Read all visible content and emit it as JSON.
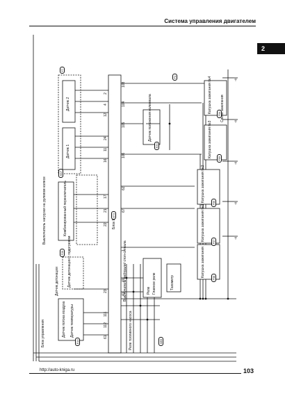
{
  "header": {
    "title": "Система управления двигателем"
  },
  "chapter_tab": "2",
  "footer": {
    "url": "http://auto-kniga.ru",
    "page_number": "103"
  },
  "ecm": {
    "label": "Блок ECM"
  },
  "labels": {
    "flow_sensor": "Датчик потока воздуха",
    "flow_sensor_temp": "Датчик температуры",
    "knock_sensor": "Датчик детонации",
    "knock_sensor_heater": "Датчик детонации с подогревом",
    "sensor_1": "Датчик 1",
    "sensor_2": "Датчик 2",
    "position_sensor": "Датчик положения коленвала",
    "throttle_switch": "Выключатель нагрузки на рулевом колесе",
    "fuel_switch": "Выключатель нейтрали/ стоп-сигнала",
    "combined_switch": "Комбинированный переключатель",
    "ignition_block": "Реле",
    "main_relay": "Главное реле",
    "fuel_relay": "Реле топливного насоса",
    "coil_1": "Катушка зажигания №1",
    "coil_2": "Катушка зажигания №2",
    "coil_3": "Катушка зажигания №3",
    "coil_4": "Катушка зажигания №4",
    "coil_5": "Катушка зажигания",
    "spark_plug": "Свеча зажигания",
    "tachometer": "Тахометр",
    "block": "Блок управления"
  },
  "connector_codes": [
    "F7",
    "F4",
    "E20",
    "M17",
    "E72",
    "F29",
    "F54",
    "F55",
    "F56",
    "F57",
    "F58",
    "M63",
    "E14"
  ],
  "pin_numbers": [
    "103",
    "104",
    "105",
    "106",
    "62",
    "67",
    "1",
    "2",
    "4",
    "12",
    "24",
    "11",
    "16",
    "17",
    "21",
    "22",
    "23",
    "111",
    "112",
    "61",
    "40",
    "41"
  ]
}
